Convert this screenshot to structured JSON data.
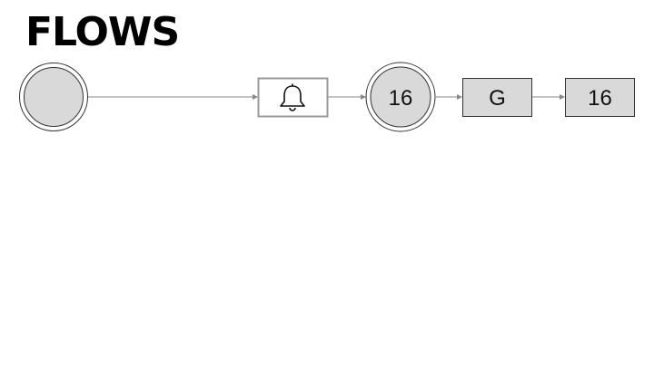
{
  "page": {
    "title": "FLOWS"
  },
  "flow": {
    "nodes": [
      {
        "id": "start",
        "shape": "double-circle",
        "label": ""
      },
      {
        "id": "trigger",
        "shape": "box-outline",
        "icon": "bell-icon",
        "label": ""
      },
      {
        "id": "step-16",
        "shape": "double-circle",
        "label": "16"
      },
      {
        "id": "step-g",
        "shape": "box-filled",
        "label": "G"
      },
      {
        "id": "step-16b",
        "shape": "box-filled",
        "label": "16"
      }
    ],
    "colors": {
      "node_fill": "#d9d9d9",
      "stroke": "#333333",
      "connector": "#888888",
      "outline_box": "#999999"
    }
  }
}
